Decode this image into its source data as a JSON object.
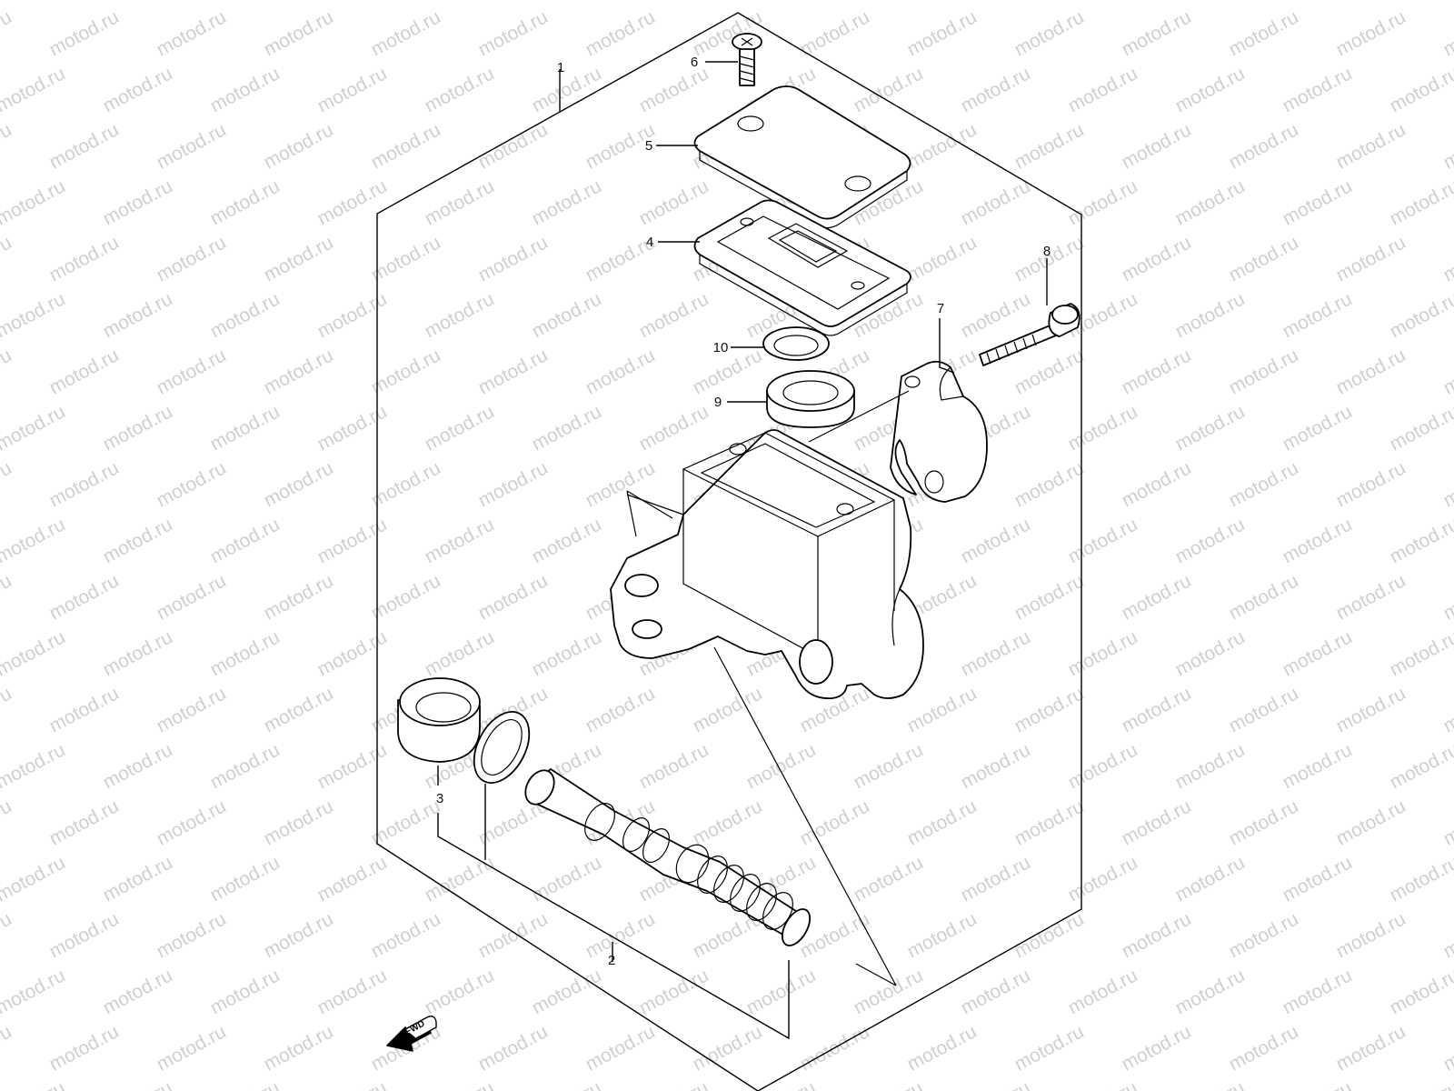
{
  "watermark": "motod.ru",
  "fwd_label": "FWD",
  "callouts": [
    {
      "id": "1",
      "text": "1"
    },
    {
      "id": "2",
      "text": "2"
    },
    {
      "id": "3",
      "text": "3"
    },
    {
      "id": "4",
      "text": "4"
    },
    {
      "id": "5",
      "text": "5"
    },
    {
      "id": "6",
      "text": "6"
    },
    {
      "id": "7",
      "text": "7"
    },
    {
      "id": "8",
      "text": "8"
    },
    {
      "id": "9",
      "text": "9"
    },
    {
      "id": "10",
      "text": "10"
    }
  ],
  "colors": {
    "line": "#000000",
    "watermark": "#cfcfcf",
    "background": "#ffffff"
  }
}
